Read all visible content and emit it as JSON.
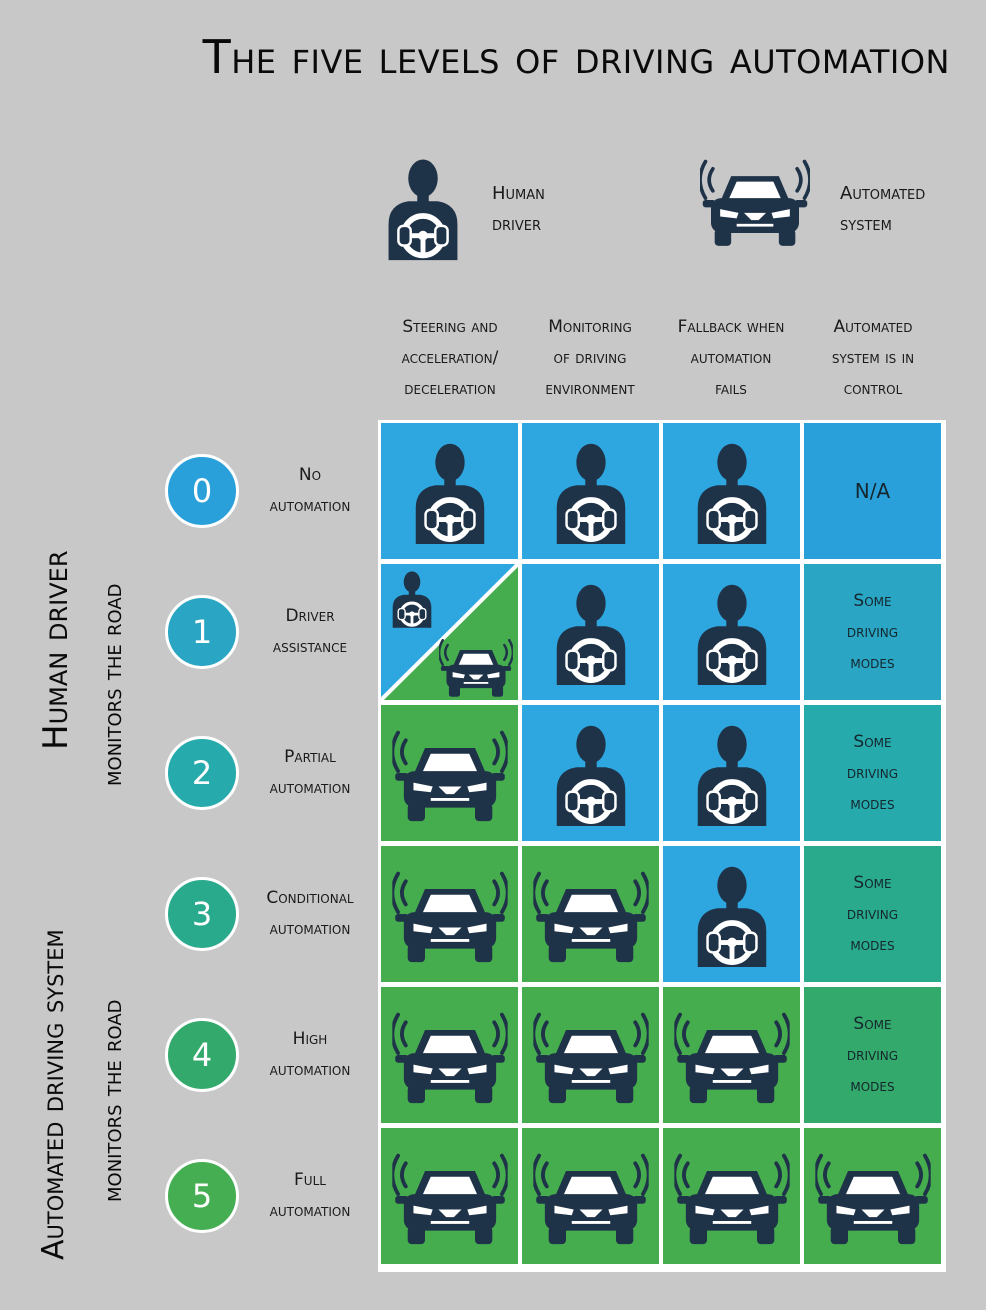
{
  "title": "The five levels of driving automation",
  "legend": {
    "human": {
      "line1": "Human",
      "line2": "driver",
      "icon": "driver-icon"
    },
    "system": {
      "line1": "Automated",
      "line2": "system",
      "icon": "car-sensor-icon"
    }
  },
  "columns": [
    {
      "line1": "Steering and",
      "line2": "acceleration/",
      "line3": "deceleration"
    },
    {
      "line1": "Monitoring",
      "line2": "of driving",
      "line3": "environment"
    },
    {
      "line1": "Fallback when",
      "line2": "automation",
      "line3": "fails"
    },
    {
      "line1": "Automated",
      "line2": "system is in",
      "line3": "control"
    }
  ],
  "groups": {
    "human": {
      "line1": "Human driver",
      "line2": "monitors the road"
    },
    "system": {
      "line1": "Automated driving system",
      "line2": "monitors the road"
    }
  },
  "levels": [
    {
      "number": "0",
      "line1": "No",
      "line2": "automation",
      "color": "#2aa0db",
      "control": {
        "line1": "N/A",
        "line2": "",
        "line3": ""
      }
    },
    {
      "number": "1",
      "line1": "Driver",
      "line2": "assistance",
      "color": "#2aa5c4",
      "control": {
        "line1": "Some",
        "line2": "driving",
        "line3": "modes"
      }
    },
    {
      "number": "2",
      "line1": "Partial",
      "line2": "automation",
      "color": "#27aaab",
      "control": {
        "line1": "Some",
        "line2": "driving",
        "line3": "modes"
      }
    },
    {
      "number": "3",
      "line1": "Conditional",
      "line2": "automation",
      "color": "#2aaa8c",
      "control": {
        "line1": "Some",
        "line2": "driving",
        "line3": "modes"
      }
    },
    {
      "number": "4",
      "line1": "High",
      "line2": "automation",
      "color": "#33aa6c",
      "control": {
        "line1": "Some",
        "line2": "driving",
        "line3": "modes"
      }
    },
    {
      "number": "5",
      "line1": "Full",
      "line2": "automation",
      "color": "#45ad52",
      "control": {
        "line1": "",
        "line2": "",
        "line3": ""
      }
    }
  ],
  "matrix": [
    [
      "human",
      "human",
      "human",
      "text"
    ],
    [
      "split",
      "human",
      "human",
      "text"
    ],
    [
      "system",
      "human",
      "human",
      "text"
    ],
    [
      "system",
      "system",
      "human",
      "text"
    ],
    [
      "system",
      "system",
      "system",
      "text"
    ],
    [
      "system",
      "system",
      "system",
      "system"
    ]
  ],
  "colors": {
    "human_cell": "#2ea7e0",
    "system_cell": "#46ad4f",
    "icon": "#1f3348"
  }
}
